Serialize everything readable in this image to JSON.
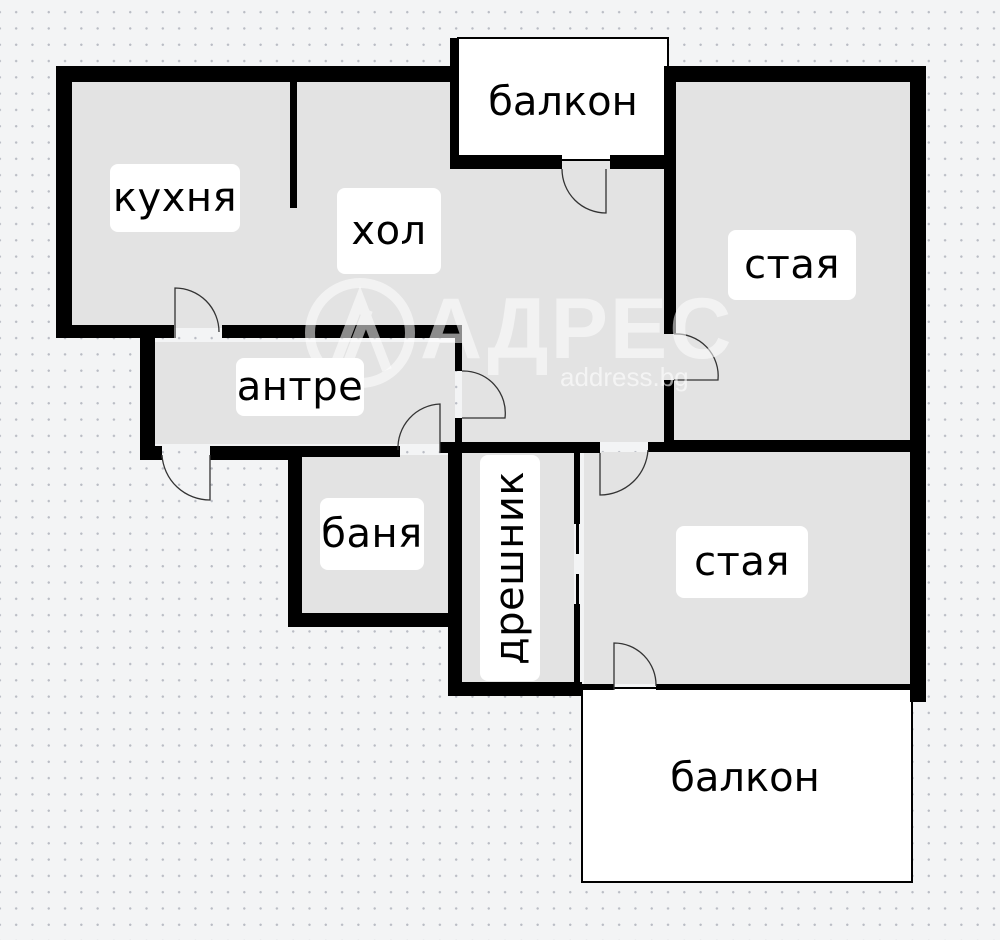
{
  "floor_plan": {
    "background_color": "#f3f4f5",
    "floor_color": "#e3e3e3",
    "wall_color": "#000000",
    "balcony_color": "#ffffff",
    "rooms": [
      {
        "id": "kitchen",
        "label": "кухня"
      },
      {
        "id": "living",
        "label": "хол"
      },
      {
        "id": "balcony_top",
        "label": "балкон"
      },
      {
        "id": "room_top",
        "label": "стая"
      },
      {
        "id": "hallway",
        "label": "антре"
      },
      {
        "id": "bathroom",
        "label": "баня"
      },
      {
        "id": "closet",
        "label": "дрешник"
      },
      {
        "id": "room_bottom",
        "label": "стая"
      },
      {
        "id": "balcony_bottom",
        "label": "балкон"
      }
    ]
  },
  "watermark": {
    "brand": "АДРЕС",
    "domain": "address.bg"
  }
}
